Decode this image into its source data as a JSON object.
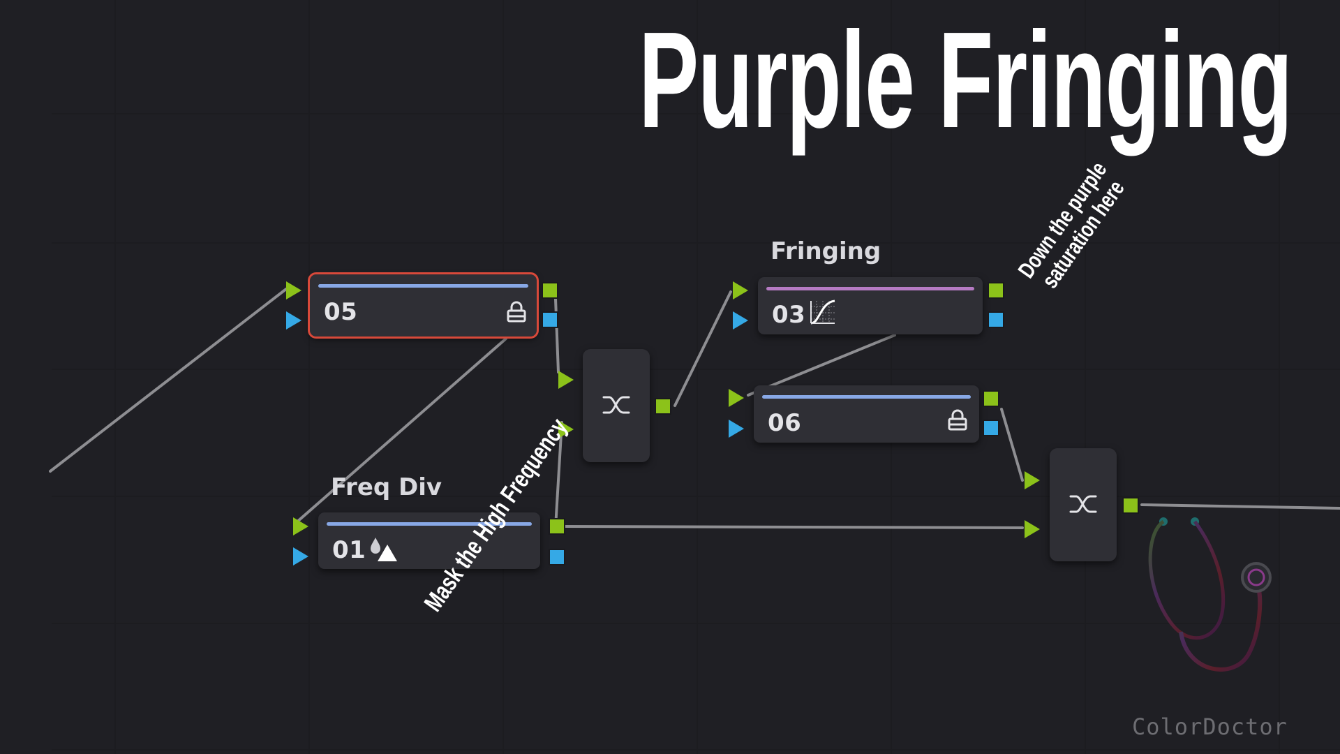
{
  "title": "Purple Fringing",
  "nodes": {
    "n05": {
      "number": "05",
      "label": "",
      "icon": "lock-icon",
      "bar_color": "#88a8e6"
    },
    "n03": {
      "number": "03",
      "label": "Fringing",
      "icon": "curves-icon",
      "bar_color": "#b67bc4"
    },
    "n06": {
      "number": "06",
      "label": "",
      "icon": "lock-icon",
      "bar_color": "#88a8e6"
    },
    "n01": {
      "number": "01",
      "label": "Freq Div",
      "icon": "blur-sharpen-icon",
      "bar_color": "#88a8e6"
    }
  },
  "mixers": [
    {
      "icon": "layer-mixer-icon"
    },
    {
      "icon": "layer-mixer-icon"
    }
  ],
  "annotations": {
    "mask": "Mask the High Frequency",
    "down_line1": "Down the purple",
    "down_line2": "saturation here"
  },
  "brand": "ColorDoctor",
  "colors": {
    "rgb_port": "#8cc21a",
    "key_port": "#35a9e6",
    "selection": "#d8493a",
    "background": "#26262c"
  }
}
